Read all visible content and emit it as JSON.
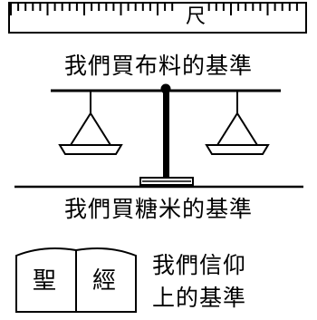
{
  "ruler": {
    "char": "尺"
  },
  "captions": {
    "cloth": "我們買布料的基準",
    "sugar_rice": "我們買糖米的基準"
  },
  "bible": {
    "left_page": "聖",
    "right_page": "經",
    "text_line1": "我們信仰",
    "text_line2": "上的基準"
  }
}
